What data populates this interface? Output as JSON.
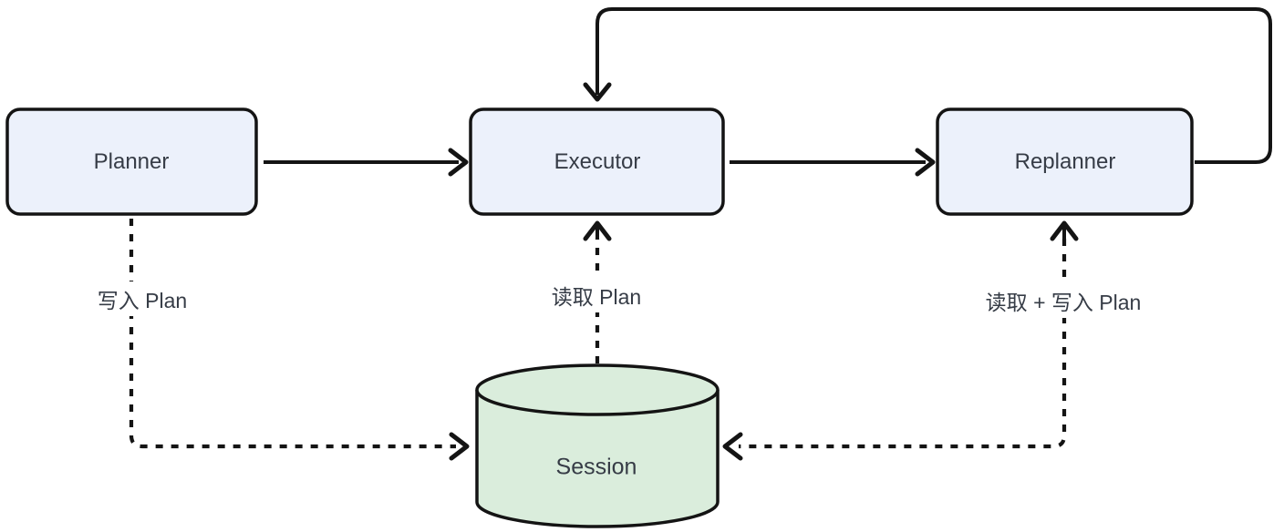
{
  "diagram": {
    "type": "flowchart",
    "colors": {
      "canvas-bg": "#ffffff",
      "node-fill": "#ECF1FB",
      "cylinder-fill": "#DAEDDC",
      "stroke": "#141414",
      "text": "#363C46",
      "label-bg": "#ffffff"
    },
    "nodes": [
      {
        "id": "planner",
        "label": "Planner",
        "shape": "rounded-rect"
      },
      {
        "id": "executor",
        "label": "Executor",
        "shape": "rounded-rect"
      },
      {
        "id": "replanner",
        "label": "Replanner",
        "shape": "rounded-rect"
      },
      {
        "id": "session",
        "label": "Session",
        "shape": "cylinder"
      }
    ],
    "edges": [
      {
        "from": "planner",
        "to": "executor",
        "style": "solid",
        "label": ""
      },
      {
        "from": "executor",
        "to": "replanner",
        "style": "solid",
        "label": ""
      },
      {
        "from": "replanner",
        "to": "executor",
        "style": "solid",
        "kind": "feedback-loop",
        "label": ""
      },
      {
        "from": "planner",
        "to": "session",
        "style": "dashed",
        "label": "写入 Plan"
      },
      {
        "from": "session",
        "to": "executor",
        "style": "dashed",
        "label": "读取 Plan"
      },
      {
        "from": "replanner",
        "to": "session",
        "style": "dashed",
        "bidirectional": true,
        "label": "读取 + 写入 Plan"
      }
    ]
  }
}
